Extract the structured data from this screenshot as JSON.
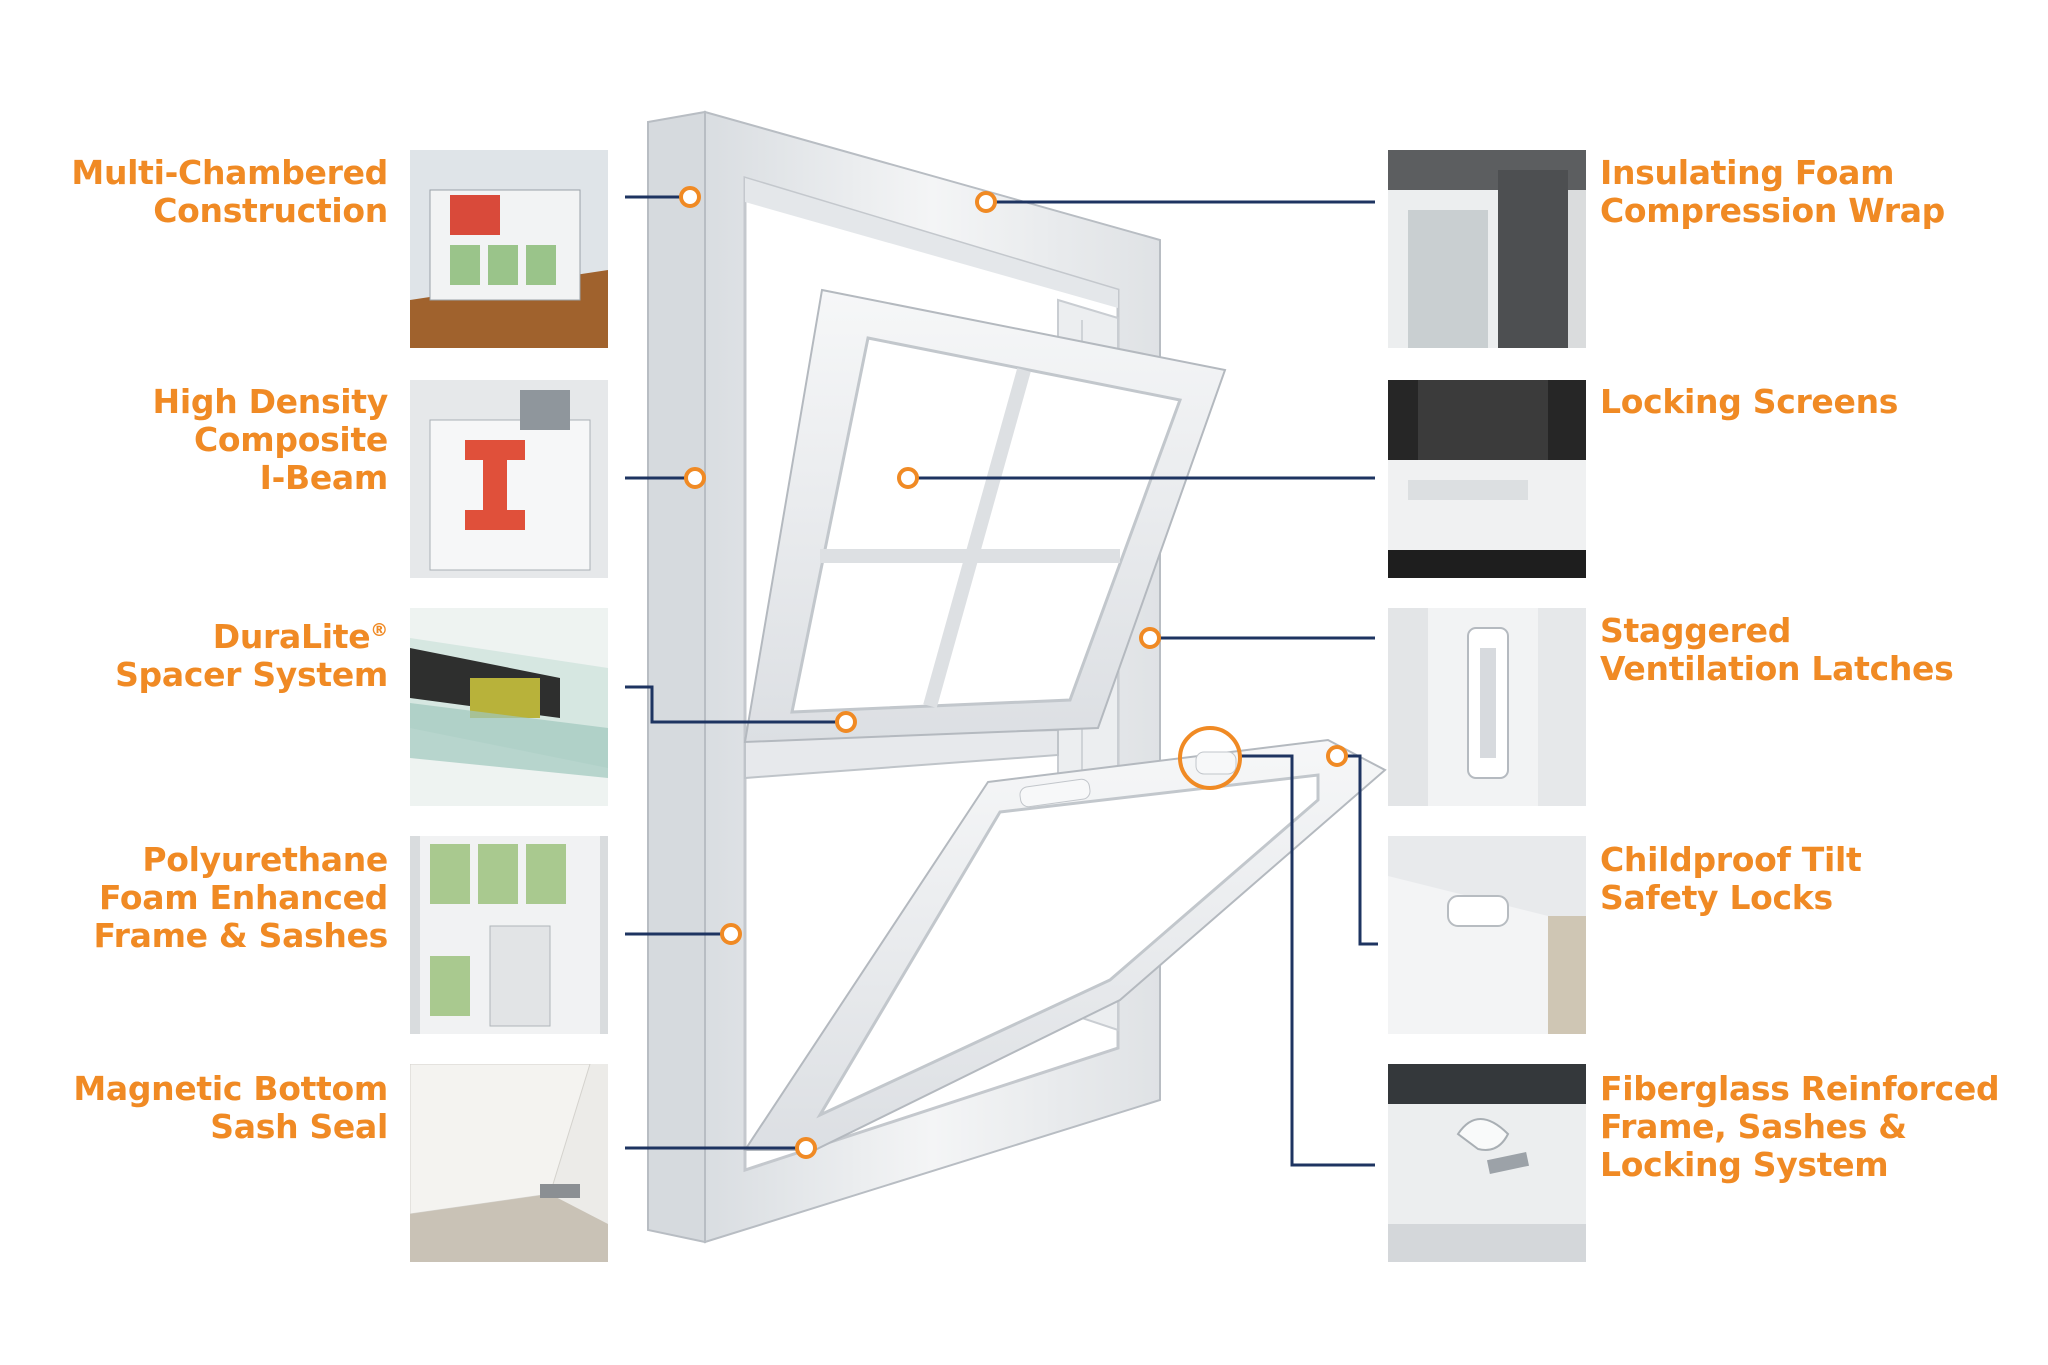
{
  "colors": {
    "label": "#f08a24",
    "leader_line": "#1e3461",
    "marker": "#f08a24",
    "frame": "#eef0f2",
    "frame_shadow": "#c9cdd2"
  },
  "features": {
    "left": [
      {
        "id": "multi-chambered",
        "label": "Multi-Chambered\nConstruction",
        "icon": "cutaway-profile-icon"
      },
      {
        "id": "i-beam",
        "label": "High Density\nComposite\nI-Beam",
        "icon": "i-beam-profile-icon"
      },
      {
        "id": "spacer",
        "label": "DuraLite",
        "label_sup": "®",
        "label_2": "Spacer System",
        "icon": "glass-spacer-icon"
      },
      {
        "id": "foam",
        "label": "Polyurethane\nFoam Enhanced\nFrame & Sashes",
        "icon": "foam-chambers-icon"
      },
      {
        "id": "magnetic",
        "label": "Magnetic Bottom\nSash Seal",
        "icon": "sash-seal-icon"
      }
    ],
    "right": [
      {
        "id": "compression-wrap",
        "label": "Insulating Foam\nCompression Wrap",
        "icon": "foam-wrap-icon"
      },
      {
        "id": "screens",
        "label": "Locking Screens",
        "icon": "screen-corner-icon"
      },
      {
        "id": "latches",
        "label": "Staggered\nVentilation Latches",
        "icon": "vent-latch-icon"
      },
      {
        "id": "tilt-locks",
        "label": "Childproof Tilt\nSafety Locks",
        "icon": "tilt-lock-icon"
      },
      {
        "id": "fiberglass",
        "label": "Fiberglass Reinforced\nFrame, Sashes &\nLocking System",
        "icon": "sash-lock-icon"
      }
    ]
  }
}
